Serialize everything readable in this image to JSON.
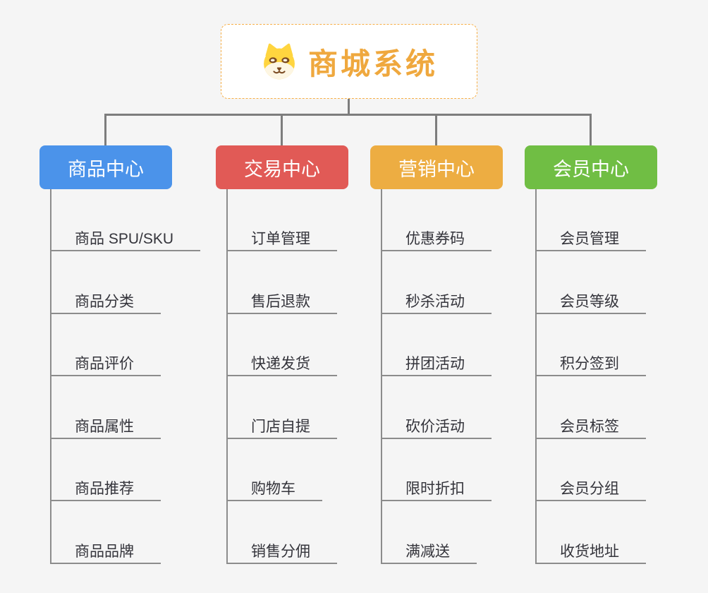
{
  "canvas": {
    "bg": "#f5f5f5",
    "connector_color": "#7d7d7d",
    "child_connector_color": "#8c8c8c",
    "item_text_color": "#34343b"
  },
  "root": {
    "title": "商城系统",
    "icon": "doge-face-icon",
    "title_color": "#efa83e",
    "border_color": "#f6ae45",
    "bg": "#ffffff",
    "icon_colors": {
      "face": "#ffd53f",
      "muzzle": "#fdf6e3",
      "features": "#7a4a21"
    }
  },
  "branches": [
    {
      "label": "商品中心",
      "color": "#4b93ea",
      "items": [
        "商品 SPU/SKU",
        "商品分类",
        "商品评价",
        "商品属性",
        "商品推荐",
        "商品品牌"
      ]
    },
    {
      "label": "交易中心",
      "color": "#e15a56",
      "items": [
        "订单管理",
        "售后退款",
        "快递发货",
        "门店自提",
        "购物车",
        "销售分佣"
      ]
    },
    {
      "label": "营销中心",
      "color": "#edad42",
      "items": [
        "优惠券码",
        "秒杀活动",
        "拼团活动",
        "砍价活动",
        "限时折扣",
        "满减送"
      ]
    },
    {
      "label": "会员中心",
      "color": "#70be44",
      "items": [
        "会员管理",
        "会员等级",
        "积分签到",
        "会员标签",
        "会员分组",
        "收货地址"
      ]
    }
  ]
}
